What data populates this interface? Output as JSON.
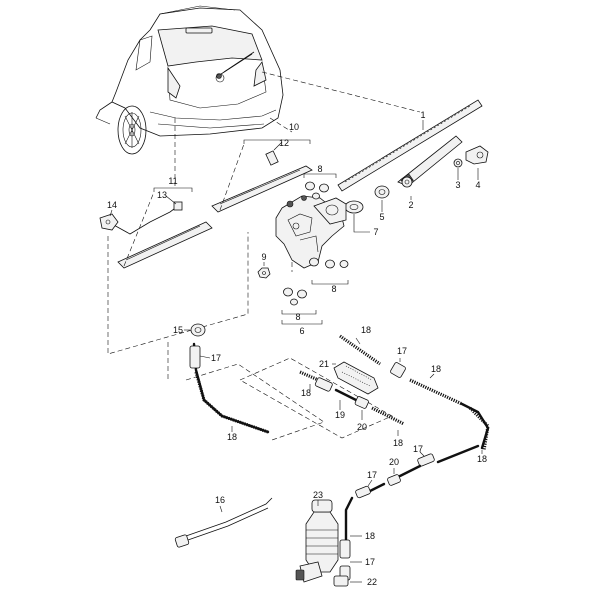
{
  "callouts": [
    {
      "id": "c1",
      "label": "1"
    },
    {
      "id": "c2",
      "label": "2"
    },
    {
      "id": "c3",
      "label": "3"
    },
    {
      "id": "c4",
      "label": "4"
    },
    {
      "id": "c5",
      "label": "5"
    },
    {
      "id": "c6",
      "label": "6"
    },
    {
      "id": "c7",
      "label": "7"
    },
    {
      "id": "c8a",
      "label": "8"
    },
    {
      "id": "c8b",
      "label": "8"
    },
    {
      "id": "c8c",
      "label": "8"
    },
    {
      "id": "c9",
      "label": "9"
    },
    {
      "id": "c10",
      "label": "10"
    },
    {
      "id": "c11",
      "label": "11"
    },
    {
      "id": "c12",
      "label": "12"
    },
    {
      "id": "c13",
      "label": "13"
    },
    {
      "id": "c14",
      "label": "14"
    },
    {
      "id": "c15",
      "label": "15"
    },
    {
      "id": "c16",
      "label": "16"
    },
    {
      "id": "c17a",
      "label": "17"
    },
    {
      "id": "c17b",
      "label": "17"
    },
    {
      "id": "c17c",
      "label": "17"
    },
    {
      "id": "c17d",
      "label": "17"
    },
    {
      "id": "c17e",
      "label": "17"
    },
    {
      "id": "c18a",
      "label": "18"
    },
    {
      "id": "c18b",
      "label": "18"
    },
    {
      "id": "c18c",
      "label": "18"
    },
    {
      "id": "c18d",
      "label": "18"
    },
    {
      "id": "c18e",
      "label": "18"
    },
    {
      "id": "c18f",
      "label": "18"
    },
    {
      "id": "c18g",
      "label": "18"
    },
    {
      "id": "c19",
      "label": "19"
    },
    {
      "id": "c20a",
      "label": "20"
    },
    {
      "id": "c20b",
      "label": "20"
    },
    {
      "id": "c21",
      "label": "21"
    },
    {
      "id": "c22",
      "label": "22"
    },
    {
      "id": "c23",
      "label": "23"
    }
  ]
}
